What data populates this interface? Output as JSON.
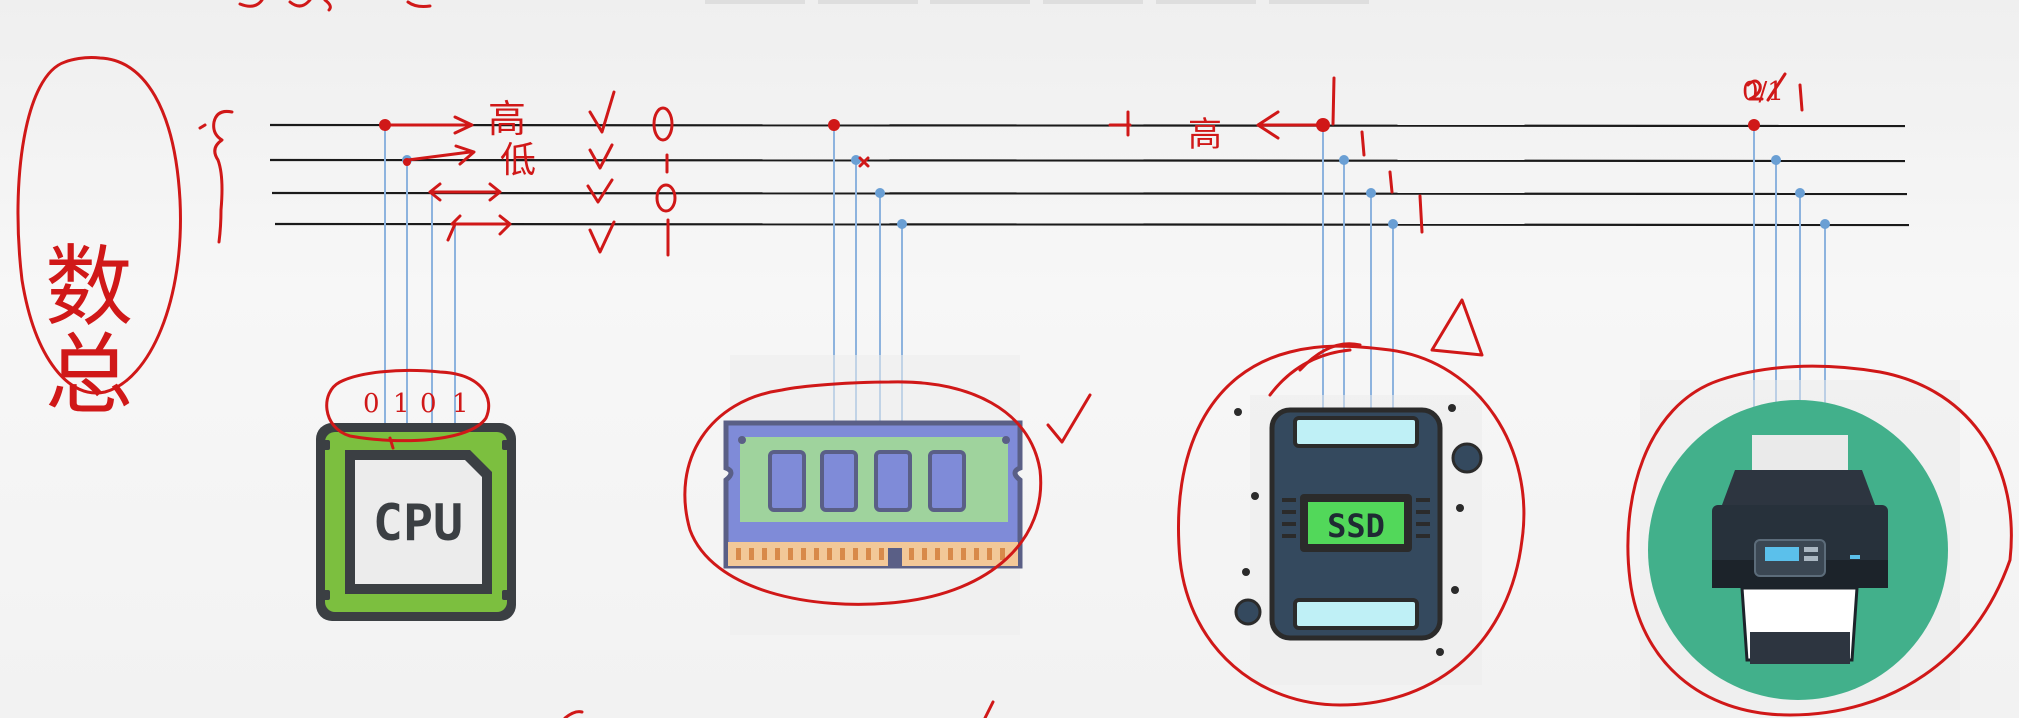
{
  "devices": {
    "cpu": {
      "label": "CPU",
      "icon": "cpu-chip-icon"
    },
    "ram": {
      "icon": "memory-module-icon"
    },
    "ssd": {
      "label": "SSD",
      "icon": "ssd-drive-icon"
    },
    "printer": {
      "icon": "printer-icon"
    }
  },
  "bus": {
    "line_count": 4,
    "colors": {
      "line": "#1a1a1a",
      "wire": "#7ba7d6",
      "node": "#6a9fd4"
    }
  },
  "annotations": {
    "left_bracket_label": "数总",
    "cpu_bits": [
      "0",
      "1",
      "0",
      "1"
    ],
    "line_labels": [
      "高",
      "低"
    ],
    "checkmarks": [
      "√",
      "√",
      "√",
      "√"
    ],
    "bit_values": [
      "0",
      "1",
      "0",
      "1"
    ],
    "ssd_mid_label": "高",
    "printer_label": "0/1",
    "ssd_note": "△",
    "ram_check": "√",
    "ink_color": "#d01818"
  }
}
